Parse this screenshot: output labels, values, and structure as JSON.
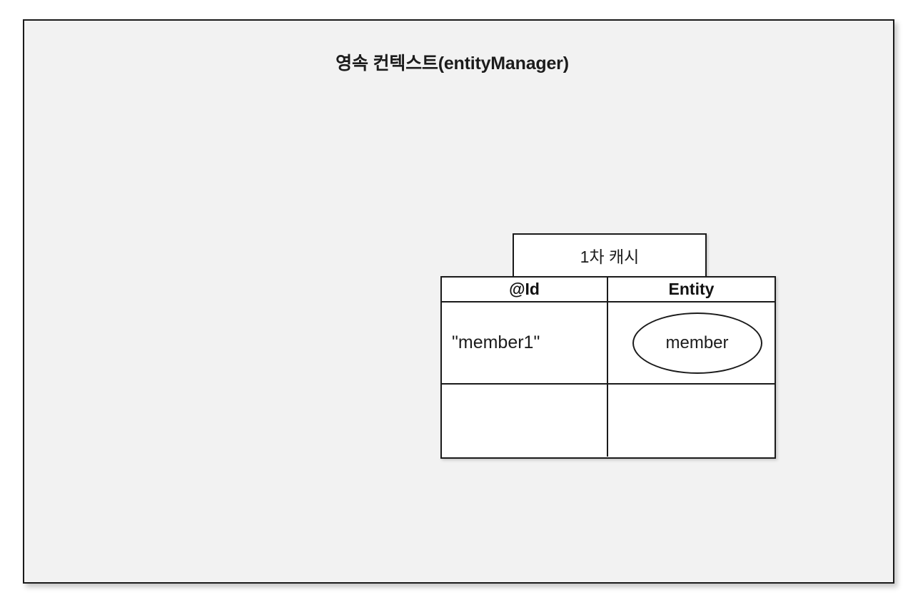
{
  "diagram": {
    "panel": {
      "title": "영속 컨텍스트(entityManager)",
      "background_color": "#f2f2f2",
      "border_color": "#1a1a1a"
    },
    "cache_tab": {
      "label": "1차 캐시"
    },
    "cache_table": {
      "columns": [
        {
          "header": "@Id"
        },
        {
          "header": "Entity"
        }
      ],
      "rows": [
        {
          "id": "\"member1\"",
          "entity_label": "member",
          "entity_shape": "ellipse"
        },
        {
          "id": "",
          "entity_label": "",
          "entity_shape": "none"
        }
      ]
    }
  }
}
